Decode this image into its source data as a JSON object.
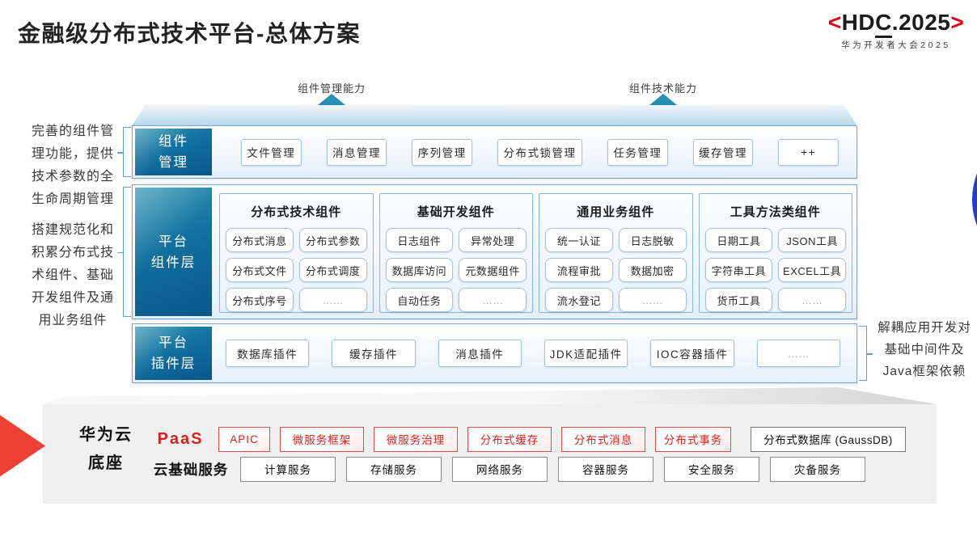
{
  "title": "金融级分布式技术平台-总体方案",
  "logo": {
    "left_angle": "<",
    "pre": "HD",
    "underlined_letter": "C",
    "post": ".2025",
    "right_angle": ">",
    "subtitle": "华为开发者大会2025",
    "accent_color": "#e60012"
  },
  "capabilities": [
    {
      "label": "组件管理能力"
    },
    {
      "label": "组件技术能力"
    }
  ],
  "left_notes": [
    "完善的组件管理功能，提供技术参数的全生命周期管理",
    "搭建规范化和积累分布式技术组件、基础开发组件及通用业务组件"
  ],
  "right_note": "解耦应用开发对基础中间件及Java框架依赖",
  "platform": {
    "component_mgmt": {
      "label_lines": [
        "组件",
        "管理"
      ],
      "chips": [
        "文件管理",
        "消息管理",
        "序列管理",
        "分布式锁管理",
        "任务管理",
        "缓存管理",
        "++"
      ]
    },
    "component_layer": {
      "label_lines": [
        "平台",
        "组件层"
      ],
      "columns": [
        {
          "header": "分布式技术组件",
          "chips": [
            "分布式消息",
            "分布式参数",
            "分布式文件",
            "分布式调度",
            "分布式序号",
            "……"
          ]
        },
        {
          "header": "基础开发组件",
          "chips": [
            "日志组件",
            "异常处理",
            "数据库访问",
            "元数据组件",
            "自动任务",
            "……"
          ]
        },
        {
          "header": "通用业务组件",
          "chips": [
            "统一认证",
            "日志脱敏",
            "流程审批",
            "数据加密",
            "流水登记",
            "……"
          ]
        },
        {
          "header": "工具方法类组件",
          "chips": [
            "日期工具",
            "JSON工具",
            "字符串工具",
            "EXCEL工具",
            "货币工具",
            "……"
          ]
        }
      ]
    },
    "plugin_layer": {
      "label_lines": [
        "平台",
        "插件层"
      ],
      "chips": [
        "数据库插件",
        "缓存插件",
        "消息插件",
        "JDK适配插件",
        "IOC容器插件",
        "……"
      ]
    }
  },
  "foundation": {
    "label_lines": [
      "华为云",
      "底座"
    ],
    "paas": {
      "label": "PaaS",
      "chips": [
        "APIC",
        "微服务框架",
        "微服务治理",
        "分布式缓存",
        "分布式消息",
        "分布式事务"
      ],
      "db_chip": "分布式数据库 (GaussDB)"
    },
    "cloud_base": {
      "label": "云基础服务",
      "chips": [
        "计算服务",
        "存储服务",
        "网络服务",
        "容器服务",
        "安全服务",
        "灾备服务"
      ]
    }
  },
  "colors": {
    "teal_label_dark": "#0a5788",
    "teal_label_light": "#2f93b2",
    "row_border": "#74a9d2",
    "chip_border": "#a2c4e1",
    "arrow_teal": "#15749e",
    "red_accent": "#d8241e",
    "slab_gray": "#f0f0f0",
    "blue_circle": "#1c40cf"
  }
}
